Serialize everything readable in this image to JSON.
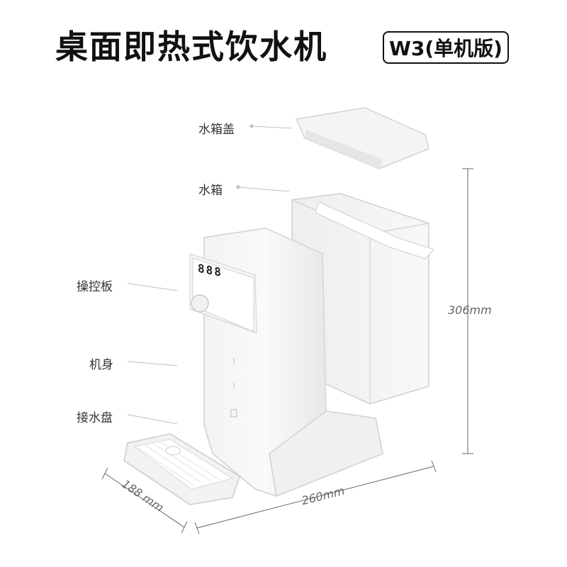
{
  "header": {
    "title": "桌面即热式饮水机",
    "model_badge": "W3(单机版)"
  },
  "parts": {
    "lid": "水箱盖",
    "tank": "水箱",
    "panel": "操控板",
    "body": "机身",
    "tray": "接水盘"
  },
  "dimensions": {
    "height": "306mm",
    "width": "260mm",
    "depth": "188 mm"
  },
  "display": {
    "digits": "888"
  }
}
